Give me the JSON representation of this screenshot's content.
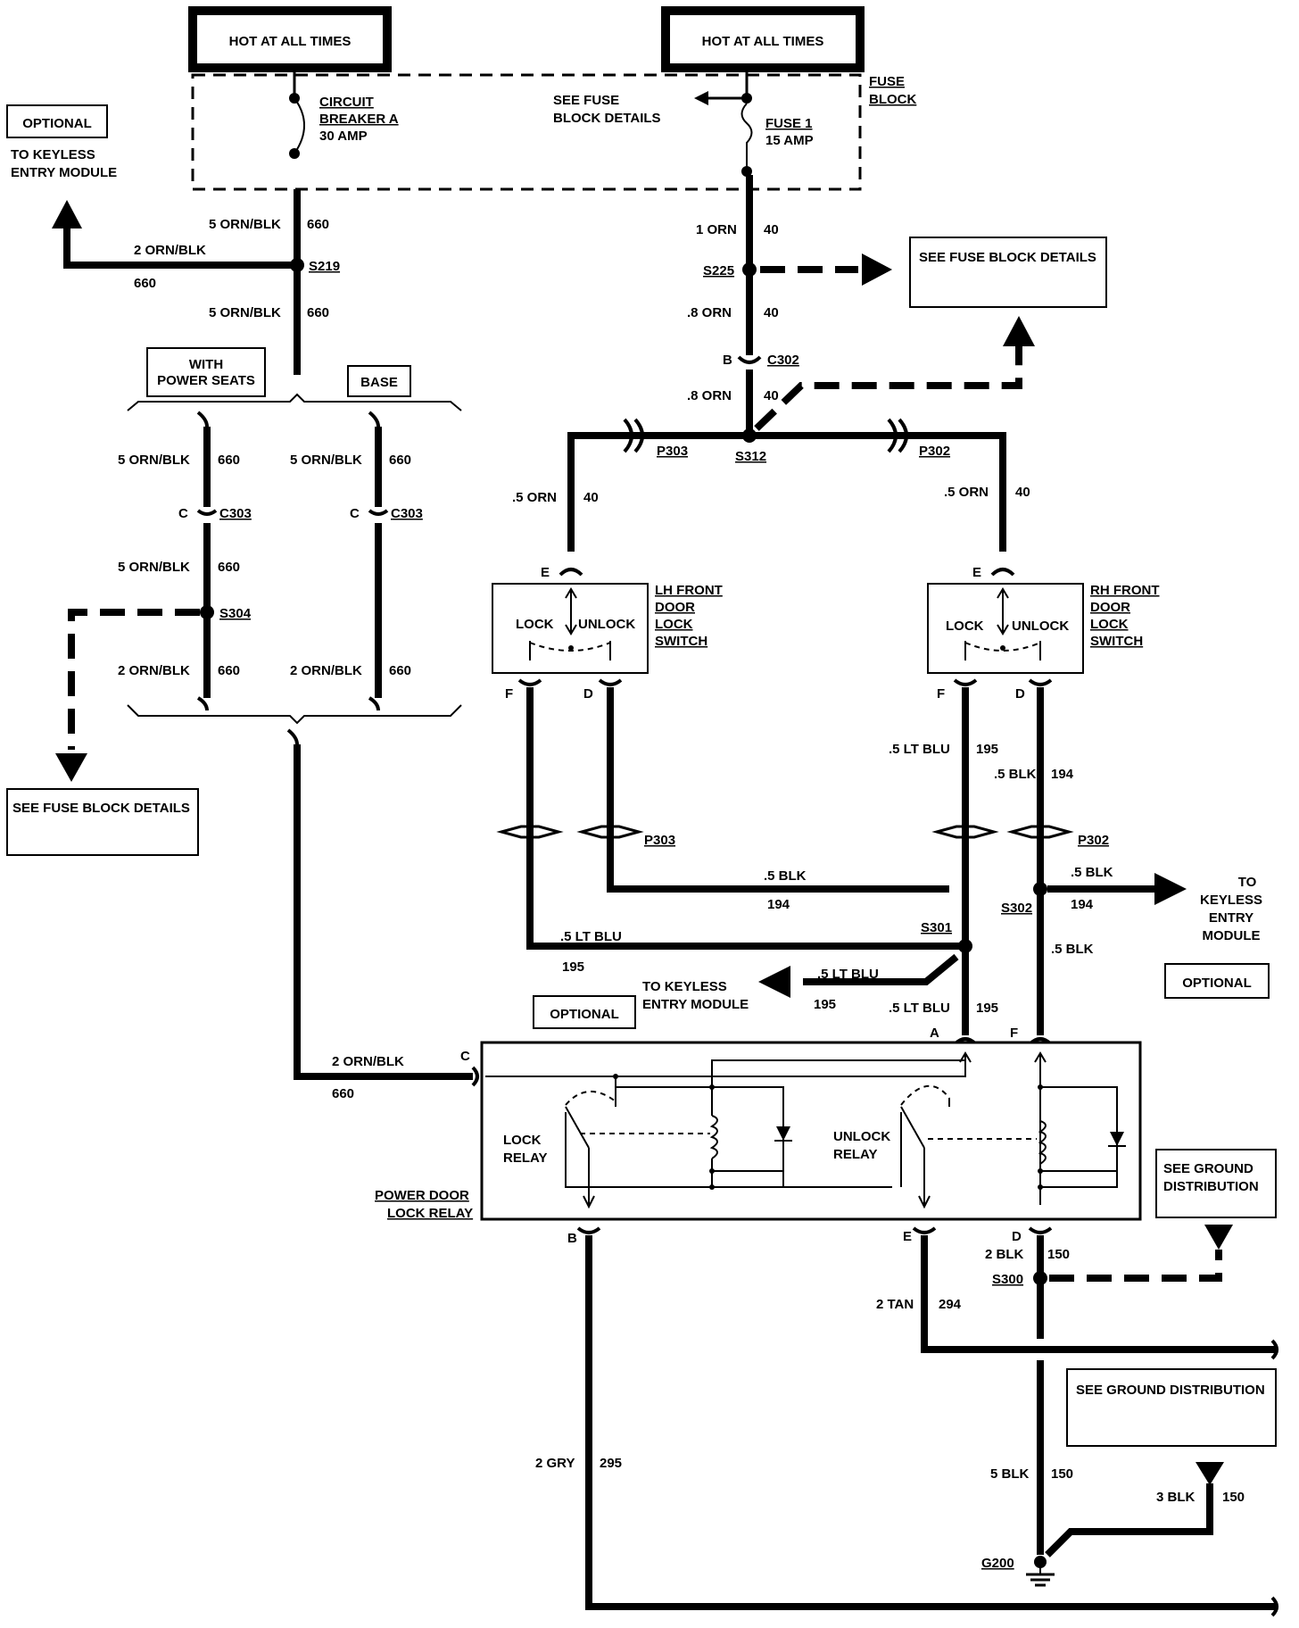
{
  "labels": {
    "hot1": "HOT AT ALL TIMES",
    "hot2": "HOT AT ALL TIMES",
    "fuse_block": [
      "FUSE",
      "BLOCK"
    ],
    "circuit_breaker": [
      "CIRCUIT",
      "BREAKER A",
      "30 AMP"
    ],
    "see_fuse_block_details_top": [
      "SEE FUSE",
      "BLOCK DETAILS"
    ],
    "fuse1": [
      "FUSE 1",
      "15 AMP"
    ],
    "optional": "OPTIONAL",
    "to_keyless_left": [
      "TO KEYLESS",
      "ENTRY MODULE"
    ],
    "see_fuse_block_details_box1": "SEE FUSE BLOCK DETAILS",
    "see_fuse_block_details_box2": "SEE FUSE BLOCK DETAILS",
    "with_power_seats": [
      "WITH",
      "POWER SEATS"
    ],
    "base": "BASE",
    "lh_switch": [
      "LH FRONT",
      "DOOR",
      "LOCK",
      "SWITCH"
    ],
    "rh_switch": [
      "RH FRONT",
      "DOOR",
      "LOCK",
      "SWITCH"
    ],
    "lock": "LOCK",
    "unlock": "UNLOCK",
    "to_keyless_right": [
      "TO",
      "KEYLESS",
      "ENTRY",
      "MODULE"
    ],
    "to_keyless_mid": [
      "TO KEYLESS",
      "ENTRY MODULE"
    ],
    "lock_relay": [
      "LOCK",
      "RELAY"
    ],
    "unlock_relay": [
      "UNLOCK",
      "RELAY"
    ],
    "power_door_lock_relay": [
      "POWER DOOR",
      "LOCK RELAY"
    ],
    "see_ground_distribution_1": [
      "SEE GROUND",
      "DISTRIBUTION"
    ],
    "see_ground_distribution_2": "SEE GROUND DISTRIBUTION"
  },
  "connectors": {
    "s219": "S219",
    "s225": "S225",
    "c302": "C302",
    "p303": "P303",
    "s312": "S312",
    "p302": "P302",
    "c303": "C303",
    "s304": "S304",
    "s302": "S302",
    "s301": "S301",
    "s300": "S300",
    "g200": "G200"
  },
  "pins": {
    "b": "B",
    "c": "C",
    "e": "E",
    "f": "F",
    "d": "D",
    "a": "A"
  },
  "wires": {
    "w5ornblk": "5 ORN/BLK",
    "w2ornblk": "2 ORN/BLK",
    "c660": "660",
    "w1orn": "1 ORN",
    "w08orn": ".8 ORN",
    "w05orn": ".5 ORN",
    "c40": "40",
    "w5ltblu": ".5 LT BLU",
    "c195": "195",
    "w5blk": ".5 BLK",
    "c194": "194",
    "w2blk": "2 BLK",
    "c150": "150",
    "w2tan": "2 TAN",
    "c294": "294",
    "w2gry": "2 GRY",
    "c295": "295",
    "w5blkg": "5 BLK",
    "w3blk": "3 BLK"
  }
}
